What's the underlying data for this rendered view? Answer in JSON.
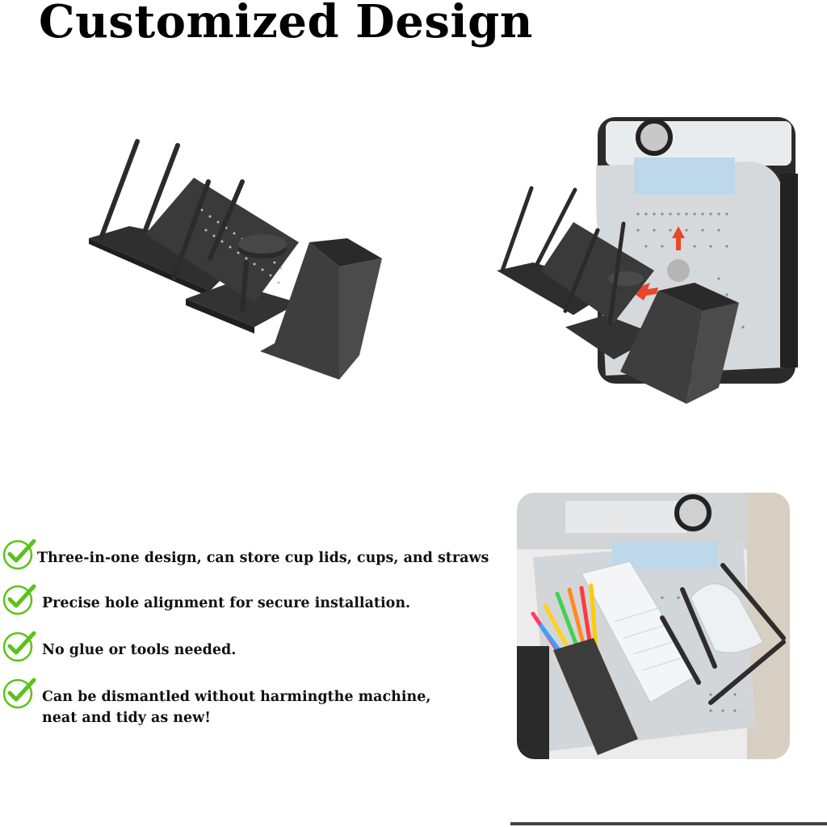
{
  "title": "Customized Design",
  "features": [
    {
      "icon": "check-icon",
      "text": "Three-in-one design, can store cup lids, cups, and straws"
    },
    {
      "icon": "check-icon",
      "text": "Precise hole alignment for secure installation."
    },
    {
      "icon": "check-icon",
      "text": "No glue or tools needed."
    },
    {
      "icon": "check-icon",
      "text": "Can be dismantled without harmingthe machine,",
      "text2": "neat and tidy as new!"
    }
  ],
  "colors": {
    "check": "#5cc21a",
    "holder": "#3c3c3c",
    "machine": "#d9dbdd",
    "arrow": "#e8482a"
  }
}
